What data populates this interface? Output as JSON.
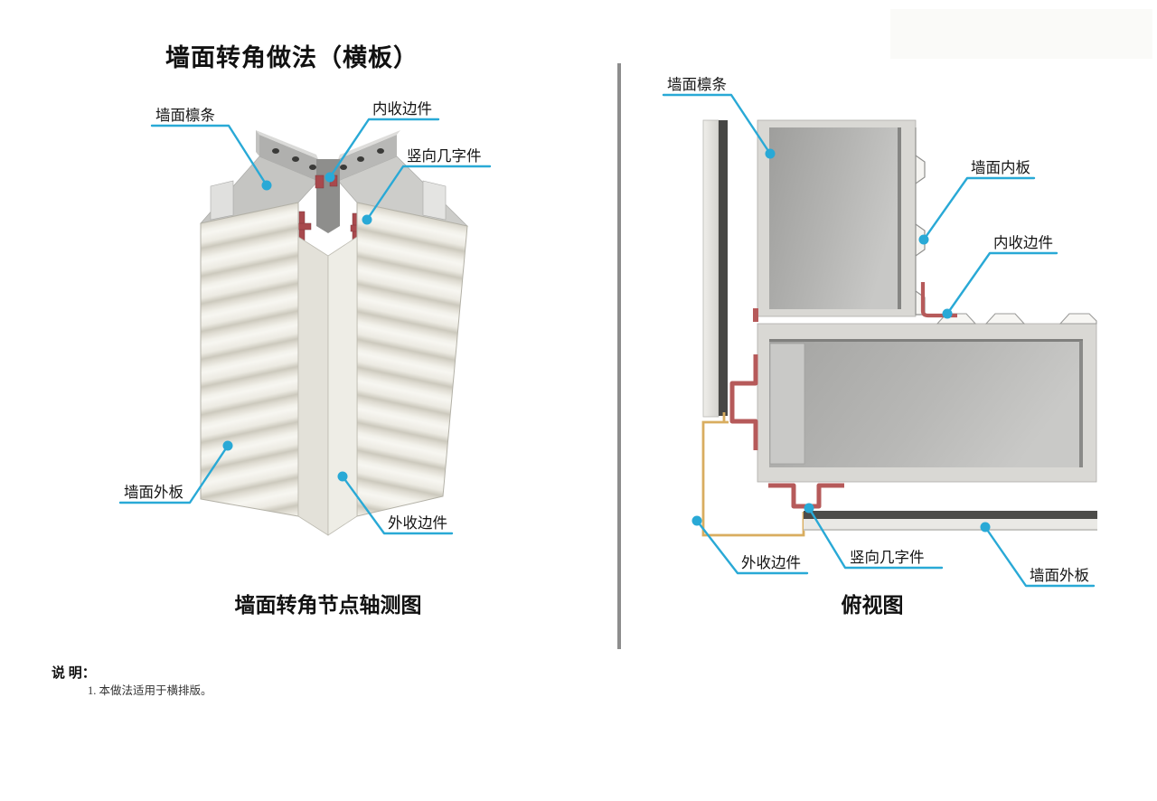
{
  "title": "墙面转角做法（横板）",
  "views": {
    "axon": {
      "caption": "墙面转角节点轴测图",
      "labels": [
        {
          "id": "wall-purlin",
          "text": "墙面檩条"
        },
        {
          "id": "inner-edge-trim",
          "text": "内收边件"
        },
        {
          "id": "vertical-hat-piece",
          "text": "竖向几字件"
        },
        {
          "id": "wall-outer-panel",
          "text": "墙面外板"
        },
        {
          "id": "outer-edge-trim",
          "text": "外收边件"
        }
      ]
    },
    "plan": {
      "caption": "俯视图",
      "labels": [
        {
          "id": "wall-purlin",
          "text": "墙面檩条"
        },
        {
          "id": "wall-inner-panel",
          "text": "墙面内板"
        },
        {
          "id": "inner-edge-trim",
          "text": "内收边件"
        },
        {
          "id": "outer-edge-trim",
          "text": "外收边件"
        },
        {
          "id": "vertical-hat-piece",
          "text": "竖向几字件"
        },
        {
          "id": "wall-outer-panel",
          "text": "墙面外板"
        }
      ]
    }
  },
  "notes": {
    "heading": "说 明：",
    "items": [
      "1. 本做法适用于横排版。"
    ]
  },
  "colors": {
    "leader": "#29a9d6",
    "red_part": "#b65a5a",
    "red_dark": "#a8494d",
    "yellow_trim": "#d9ad5f",
    "panel_cream": "#ebe9e2",
    "purlin_gray": "#b9b9b7",
    "divider_gray": "#8d8d8d"
  }
}
